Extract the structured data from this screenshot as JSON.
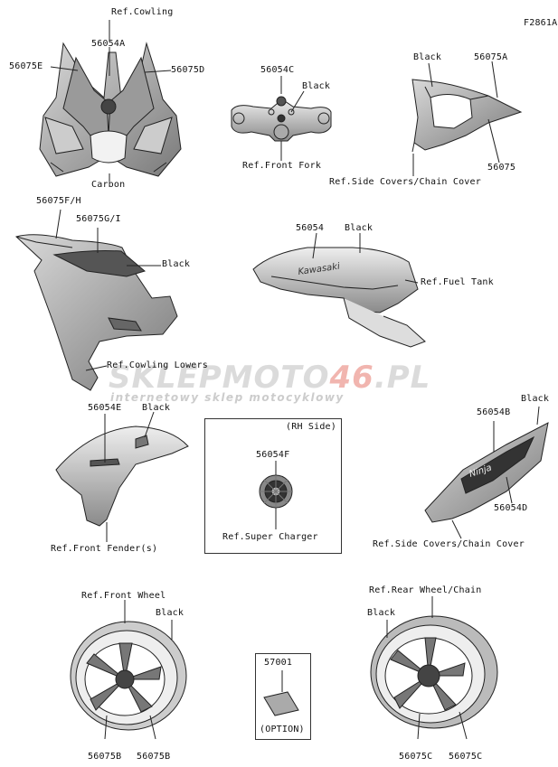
{
  "figure_code": "F2861A",
  "watermark": {
    "brand_a": "SKLEPMOTO",
    "brand_b": "46",
    "brand_c": ".PL",
    "tagline": "internetowy sklep motocyklowy"
  },
  "labels": {
    "ref_cowling": "Ref.Cowling",
    "p56054A": "56054A",
    "p56075E": "56075E",
    "p56075D": "56075D",
    "carbon": "Carbon",
    "p56054C": "56054C",
    "black_fork": "Black",
    "ref_front_fork": "Ref.Front Fork",
    "black_tail": "Black",
    "p56075A": "56075A",
    "p56075": "56075",
    "ref_side_covers_top": "Ref.Side Covers/Chain Cover",
    "p56075FH": "56075F/H",
    "p56075GI": "56075G/I",
    "black_lower": "Black",
    "ref_cowling_lowers": "Ref.Cowling Lowers",
    "p56054": "56054",
    "black_tank": "Black",
    "ref_fuel_tank": "Ref.Fuel Tank",
    "p56054E": "56054E",
    "black_fender": "Black",
    "ref_front_fender": "Ref.Front Fender(s)",
    "rh_side": "(RH Side)",
    "p56054F": "56054F",
    "ref_super_charger": "Ref.Super Charger",
    "black_side": "Black",
    "p56054B": "56054B",
    "p56054D": "56054D",
    "ref_side_covers_bottom": "Ref.Side Covers/Chain Cover",
    "ref_front_wheel": "Ref.Front Wheel",
    "black_fwheel": "Black",
    "p56075B_left": "56075B",
    "p56075B_right": "56075B",
    "p57001": "57001",
    "option": "(OPTION)",
    "ref_rear_wheel": "Ref.Rear Wheel/Chain",
    "black_rwheel": "Black",
    "p56075C_left": "56075C",
    "p56075C_right": "56075C"
  }
}
